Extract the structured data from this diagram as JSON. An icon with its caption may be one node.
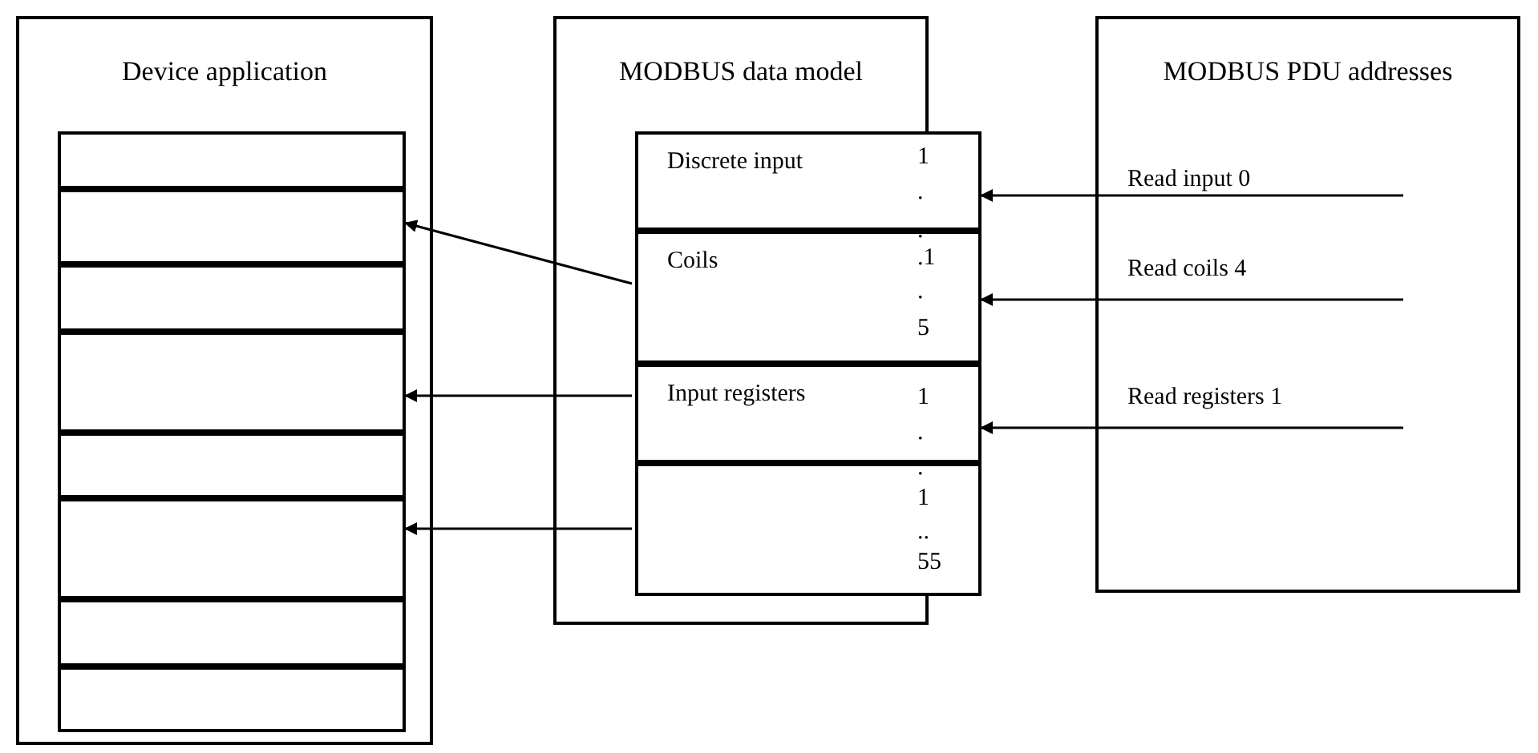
{
  "diagram": {
    "nodes": [
      {
        "text": [
          "Device application"
        ]
      },
      {
        "text": [],
        "shape": "box",
        "in": 0
      },
      {
        "text": [],
        "shape": "box",
        "in": 0
      },
      {
        "text": [],
        "shape": "box",
        "in": 0
      },
      {
        "text": [],
        "shape": "box",
        "in": 0
      },
      {
        "text": [],
        "shape": "box",
        "in": 0
      },
      {
        "text": [],
        "shape": "box",
        "in": 0
      },
      {
        "text": [],
        "shape": "box",
        "in": 0
      },
      {
        "text": [],
        "shape": "box",
        "in": 0
      },
      {
        "text": [
          "MODBUS data model"
        ]
      },
      {
        "text": [
          "Discrete input"
        ],
        "in": 9
      },
      {
        "text": [
          "Coils"
        ],
        "in": 9
      },
      {
        "text": [
          "Input registers"
        ],
        "in": 9
      },
      {
        "text": [],
        "shape": "box",
        "in": 9
      },
      {
        "text": [
          "MODBUS PDU addresses"
        ]
      }
    ],
    "edges": [
      {
        "from": 14,
        "to": 10,
        "arrow": "to",
        "label": "Read input 0"
      },
      {
        "from": 14,
        "to": 11,
        "arrow": "to",
        "label": "Read coils 4"
      },
      {
        "from": 14,
        "to": 12,
        "arrow": "to",
        "label": "Read registers 1"
      },
      {
        "from": 11,
        "to": 2,
        "arrow": "to"
      },
      {
        "from": 12,
        "to": 4,
        "arrow": "to"
      },
      {
        "from": 13,
        "to": 6,
        "arrow": "to"
      }
    ],
    "labels": [
      "1",
      ".",
      ".",
      ".1",
      ".",
      "5",
      "1",
      ".",
      ".",
      "1",
      "..",
      "55"
    ]
  }
}
